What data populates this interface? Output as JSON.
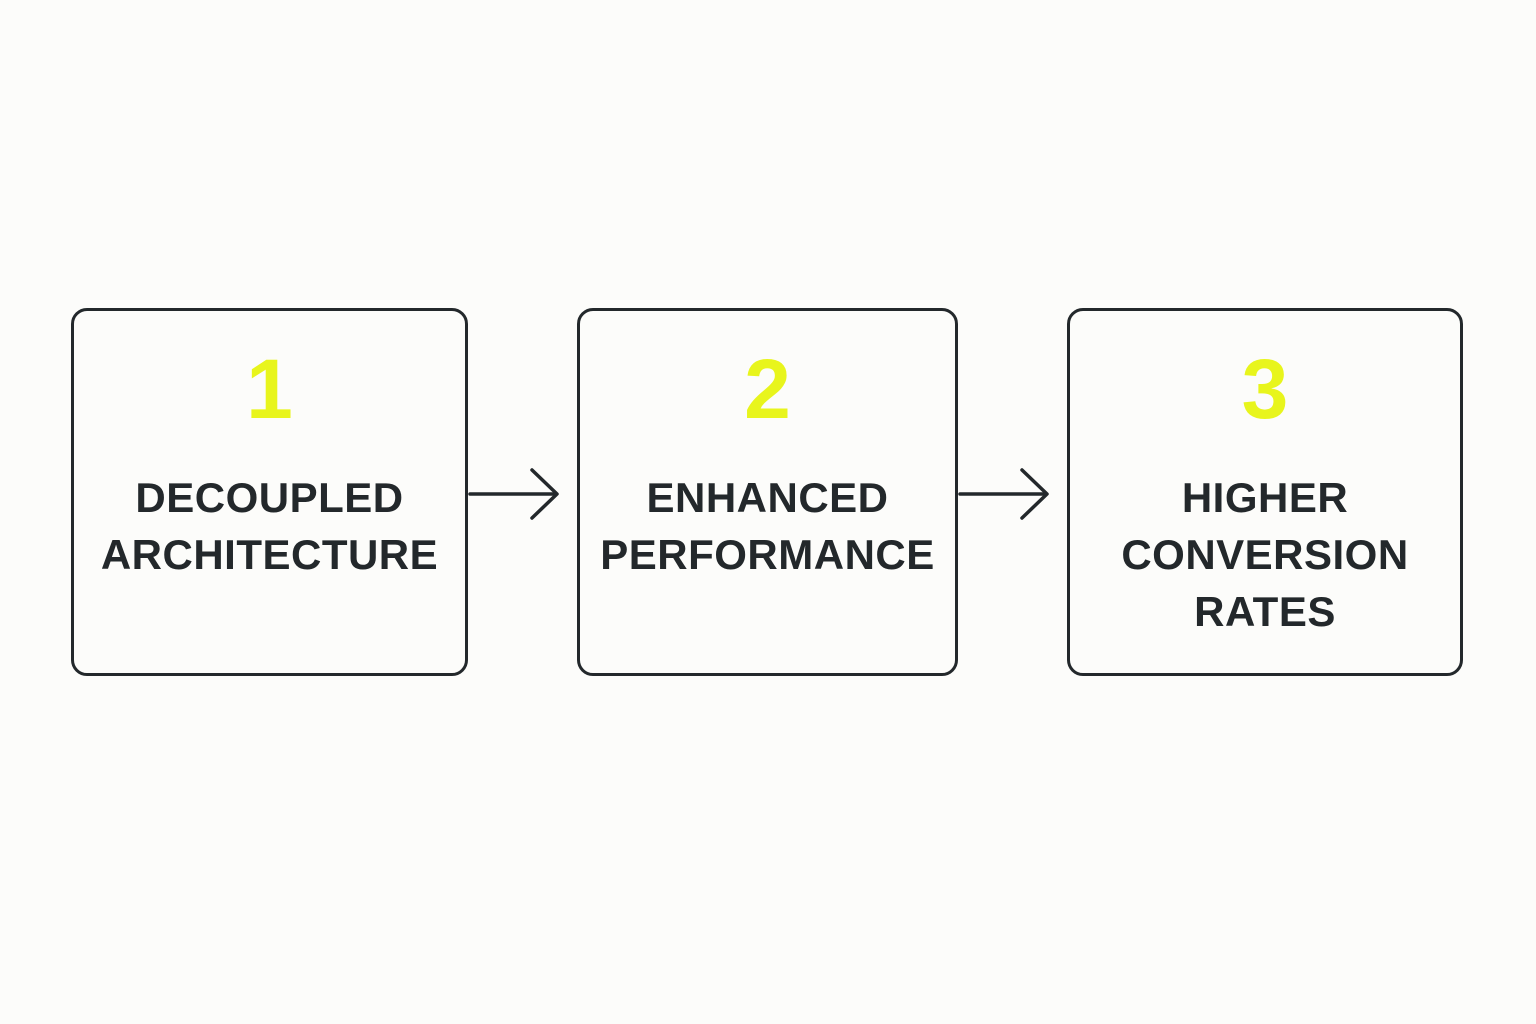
{
  "colors": {
    "background": "#fcfcfa",
    "border": "#23282b",
    "number": "#e8f51c",
    "text": "#23282b"
  },
  "steps": [
    {
      "number": "1",
      "label_lines": [
        "DECOUPLED",
        "ARCHITECTURE"
      ]
    },
    {
      "number": "2",
      "label_lines": [
        "ENHANCED",
        "PERFORMANCE"
      ]
    },
    {
      "number": "3",
      "label_lines": [
        "HIGHER",
        "CONVERSION",
        "RATES"
      ]
    }
  ],
  "connectors": [
    {
      "from": "1",
      "to": "2",
      "icon": "arrow-right-icon"
    },
    {
      "from": "2",
      "to": "3",
      "icon": "arrow-right-icon"
    }
  ]
}
